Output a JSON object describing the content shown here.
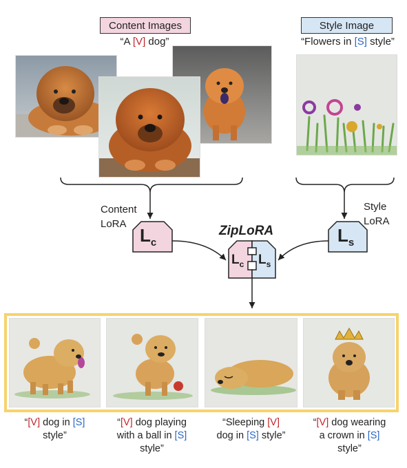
{
  "content_box": {
    "label": "Content Images",
    "fill": "#f3d5e0"
  },
  "style_box": {
    "label": "Style Image",
    "fill": "#d6e6f5"
  },
  "content_prompt": {
    "open": "“A ",
    "token": "[V]",
    "close": " dog”"
  },
  "style_prompt": {
    "open": "“Flowers in ",
    "token": "[S]",
    "close": " style”"
  },
  "content_lora_label": [
    "Content",
    "LoRA"
  ],
  "style_lora_label": [
    "Style",
    "LoRA"
  ],
  "lc": {
    "main": "L",
    "sub": "c"
  },
  "ls": {
    "main": "L",
    "sub": "s"
  },
  "ziplora_title": "ZipLoRA",
  "colors": {
    "pink": "#f3d5e0",
    "blue": "#d6e6f5",
    "frame": "#f7d36a",
    "red": "#c0272d",
    "token_blue": "#2c67c4"
  },
  "outputs": [
    {
      "lines": [
        [
          {
            "t": "“"
          },
          {
            "t": "[V]",
            "c": "red"
          },
          {
            "t": " dog in "
          },
          {
            "t": "[S]",
            "c": "blue"
          }
        ],
        [
          {
            "t": "style”"
          }
        ]
      ]
    },
    {
      "lines": [
        [
          {
            "t": "“"
          },
          {
            "t": "[V]",
            "c": "red"
          },
          {
            "t": " dog playing"
          }
        ],
        [
          {
            "t": "with a ball in "
          },
          {
            "t": "[S]",
            "c": "blue"
          }
        ],
        [
          {
            "t": "style”"
          }
        ]
      ]
    },
    {
      "lines": [
        [
          {
            "t": "“Sleeping "
          },
          {
            "t": "[V]",
            "c": "red"
          }
        ],
        [
          {
            "t": "dog in "
          },
          {
            "t": "[S]",
            "c": "blue"
          },
          {
            "t": " style”"
          }
        ]
      ]
    },
    {
      "lines": [
        [
          {
            "t": "“"
          },
          {
            "t": "[V]",
            "c": "red"
          },
          {
            "t": " dog wearing"
          }
        ],
        [
          {
            "t": "a crown in "
          },
          {
            "t": "[S]",
            "c": "blue"
          }
        ],
        [
          {
            "t": "style”"
          }
        ]
      ]
    }
  ]
}
